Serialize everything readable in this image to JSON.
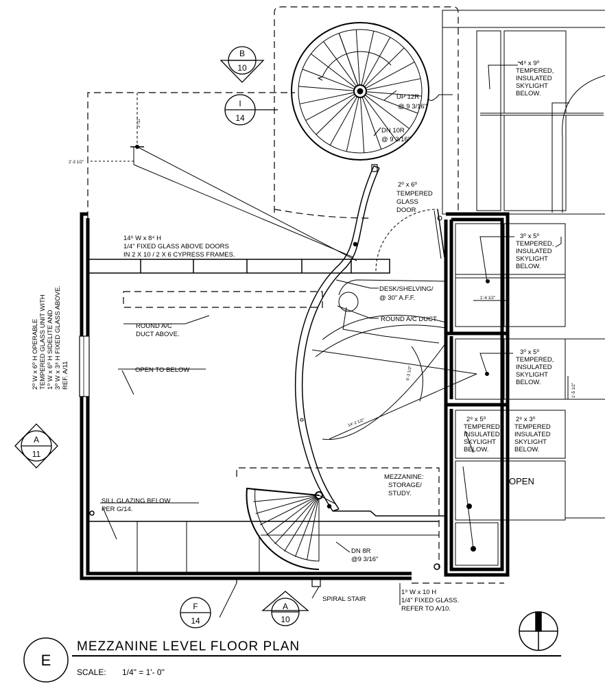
{
  "title": {
    "tag": "E",
    "text": "MEZZANINE LEVEL FLOOR PLAN",
    "scale_label": "SCALE:",
    "scale_value": "1/4\" = 1'- 0\""
  },
  "section_markers": {
    "B": {
      "letter": "B",
      "sheet": "10"
    },
    "I": {
      "letter": "I",
      "sheet": "14"
    },
    "A_left": {
      "letter": "A",
      "sheet": "11"
    },
    "F": {
      "letter": "F",
      "sheet": "14"
    },
    "A_bottom": {
      "letter": "A",
      "sheet": "10"
    }
  },
  "dimensions": {
    "left_small": "2'-3 1/2\"",
    "vertical_small": "2'-11\"",
    "diag1": "14'-2 1/2\"",
    "diag2": "6'-3 1/2\"",
    "right_small": "1'-4 1/2\"",
    "right_vert": "1'-5 1/2\""
  },
  "labels": {
    "up_l1": "UP 12R",
    "up_l2": "@ 9 3/16\"",
    "dn_l1": "DN 10R",
    "dn_l2": "@ 9 3/16\"",
    "door": [
      "2⁰ x 6⁰",
      "TEMPERED",
      "GLASS",
      "DOOR"
    ],
    "glass_above": [
      "14⁶ W x 8⁴ H",
      "1/4\" FIXED GLASS ABOVE DOORS",
      "IN 2 X 10 / 2 X 6 CYPRESS FRAMES."
    ],
    "desk": [
      "DESK/SHELVING/",
      "@ 30\" A.F.F."
    ],
    "duct_right": "ROUND A/C DUCT",
    "duct_above": [
      "ROUND A/C",
      "DUCT ABOVE."
    ],
    "open_below": "OPEN TO BELOW",
    "mezzanine": [
      "MEZZANINE:",
      "STORAGE/",
      "STUDY."
    ],
    "sill": [
      "SILL GLAZING BELOW",
      "PER G/14."
    ],
    "dn8_l1": "DN  8R",
    "dn8_l2": "@9 3/16\"",
    "spiral": "SPIRAL STAIR",
    "fixed_glass": [
      "1⁹ W x 10  H",
      "1/4\" FIXED GLASS.",
      "REFER TO A/10."
    ],
    "operable": [
      "2⁰ W x 6⁰ H OPERABLE",
      "TEMPERED GLASS UNIT WITH",
      "1⁰ W x 6⁰ H SIDELITE AND",
      "3⁰ W x 3⁸ H FIXED GLASS ABOVE.",
      "REF. A/11"
    ],
    "sky1": [
      "4⁸ x 9⁰",
      "TEMPERED,",
      "INSULATED",
      "SKYLIGHT",
      "BELOW."
    ],
    "sky2": [
      "3⁰ x 5⁰",
      "TEMPERED,",
      "INSULATED",
      "SKYLIGHT",
      "BELOW."
    ],
    "sky3": [
      "3⁰ x 5⁰",
      "TEMPERED,",
      "INSULATED",
      "SKYLIGHT",
      "BELOW."
    ],
    "sky4": [
      "2⁸ x 5⁰",
      "TEMPERED",
      "INSULATED",
      "SKYLIGHT",
      "BELOW."
    ],
    "sky5": [
      "2⁸ x 3⁰",
      "TEMPERED",
      "INSULATED",
      "SKYLIGHT",
      "BELOW."
    ],
    "open": "OPEN"
  }
}
